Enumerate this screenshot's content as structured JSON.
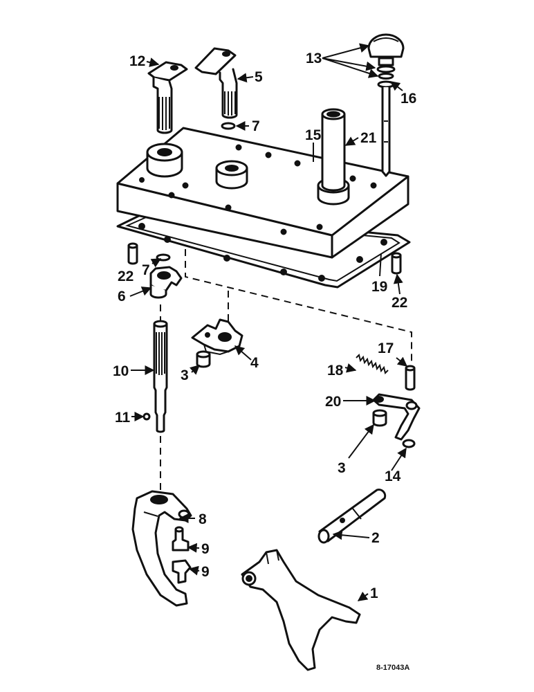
{
  "callouts": {
    "c1": "1",
    "c2": "2",
    "c3a": "3",
    "c3b": "3",
    "c4": "4",
    "c5": "5",
    "c6": "6",
    "c7a": "7",
    "c7b": "7",
    "c8": "8",
    "c9a": "9",
    "c9b": "9",
    "c10": "10",
    "c11": "11",
    "c12": "12",
    "c13": "13",
    "c14": "14",
    "c15": "15",
    "c16": "16",
    "c17": "17",
    "c18": "18",
    "c19": "19",
    "c20": "20",
    "c21": "21",
    "c22a": "22",
    "c22b": "22"
  },
  "drawing_number": "8-17043A"
}
